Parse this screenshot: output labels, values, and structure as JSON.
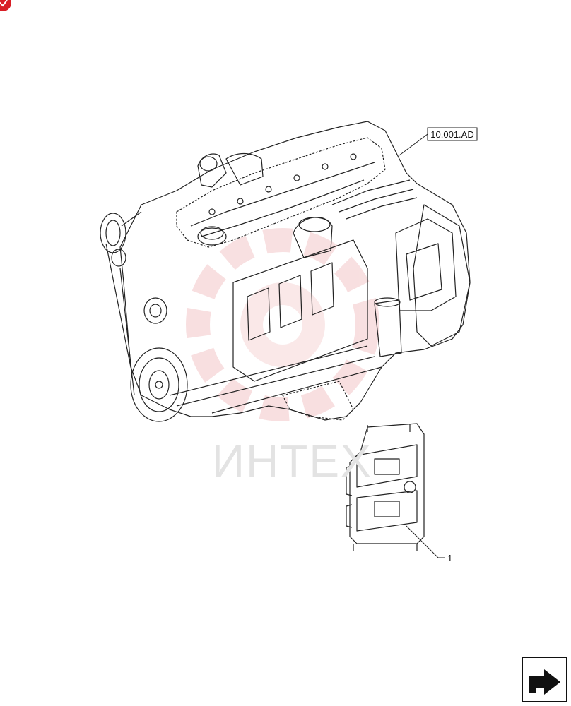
{
  "callouts": {
    "reference_label": "10.001.AD",
    "item_label": "1"
  },
  "watermark": {
    "text": "ИНТЕХ",
    "logo": "gear-logo"
  },
  "nav": {
    "next_icon": "arrow-right-icon"
  },
  "corner_badge": {
    "icon": "red-badge-icon",
    "color": "#d81f26"
  },
  "colors": {
    "line": "#222222",
    "watermark_red": "#f3c6c8",
    "watermark_gray": "#dcdcdc"
  }
}
